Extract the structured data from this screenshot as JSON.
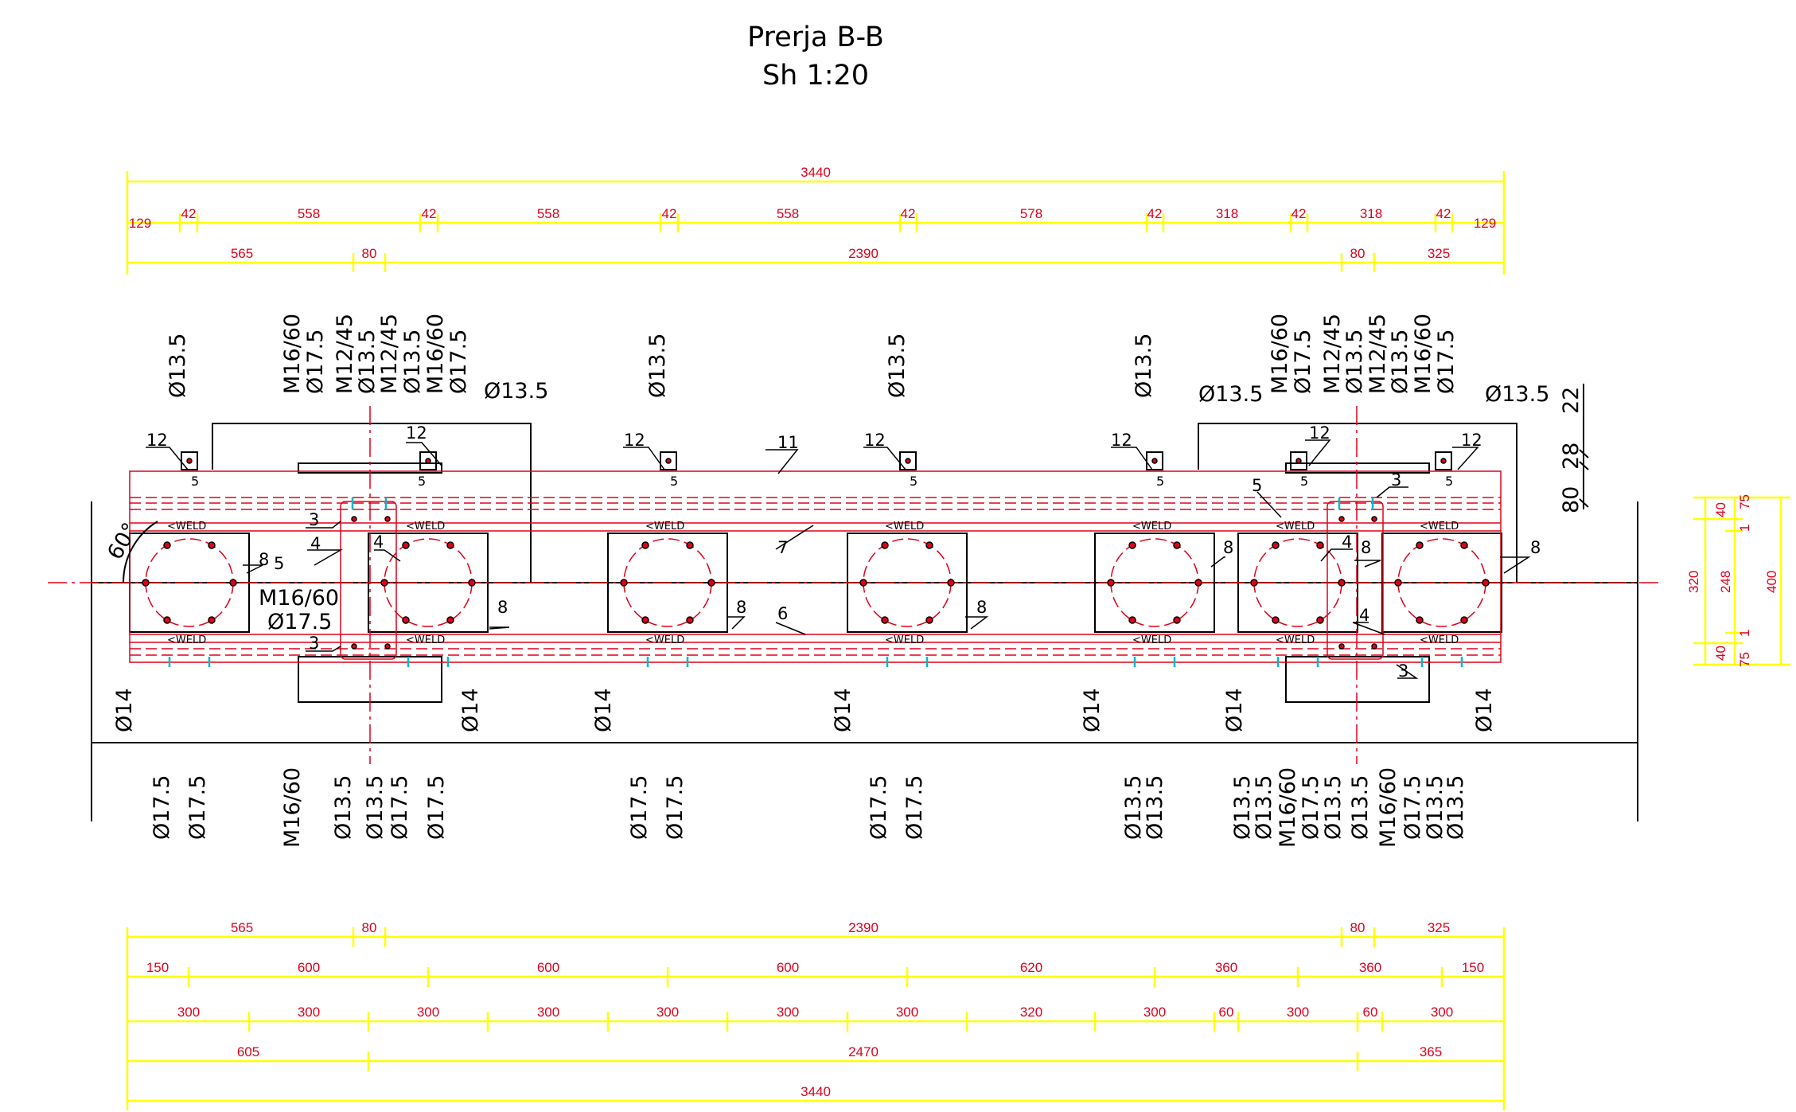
{
  "title": "Prerja B-B",
  "scale": "Sh 1:20",
  "angle_label": "60°",
  "weld_label": "<WELD",
  "colors": {
    "dimension_line": "#ffff00",
    "dimension_text": "#e0001a",
    "geometry": "#000000",
    "hidden": "#e0001a",
    "marker": "#00b8c8"
  },
  "top_dims": {
    "overall": "3440",
    "row2": [
      "129",
      "42",
      "558",
      "42",
      "558",
      "42",
      "558",
      "42",
      "578",
      "42",
      "318",
      "42",
      "318",
      "42",
      "129"
    ],
    "row3": [
      "565",
      "80",
      "2390",
      "80",
      "325"
    ]
  },
  "bottom_dims": {
    "row1": [
      "565",
      "80",
      "2390",
      "80",
      "325"
    ],
    "row2": [
      "150",
      "600",
      "600",
      "600",
      "620",
      "360",
      "360",
      "150"
    ],
    "row3": [
      "300",
      "300",
      "300",
      "300",
      "300",
      "300",
      "300",
      "320",
      "300",
      "60",
      "300",
      "60",
      "300"
    ],
    "row4": [
      "605",
      "2470",
      "365"
    ],
    "overall": "3440"
  },
  "right_dims": {
    "left_col": [
      "40",
      "320",
      "40"
    ],
    "mid_col": [
      "75",
      "1",
      "248",
      "1",
      "75"
    ],
    "right_col": [
      "400"
    ],
    "vertical": [
      "22",
      "28",
      "80"
    ]
  },
  "top_hole_labels": [
    [
      "Ø13.5"
    ],
    [
      "M16/60",
      "Ø17.5",
      "M12/45",
      "Ø13.5",
      "M12/45",
      "Ø13.5",
      "M16/60",
      "Ø17.5"
    ],
    [
      "Ø13.5"
    ],
    [
      "Ø13.5"
    ],
    [
      "Ø13.5"
    ],
    [
      "M16/60",
      "Ø17.5",
      "M12/45",
      "Ø13.5",
      "M12/45",
      "Ø13.5",
      "M16/60",
      "Ø17.5"
    ]
  ],
  "top_horizontal_labels": [
    "Ø13.5",
    "Ø13.5",
    "Ø13.5"
  ],
  "left_bolt_labels": [
    "M16/60",
    "Ø17.5"
  ],
  "mid_labels": [
    "Ø14",
    "Ø14",
    "Ø14",
    "Ø14",
    "Ø14",
    "Ø14",
    "Ø14"
  ],
  "bottom_hole_labels": [
    [
      "Ø17.5",
      "Ø17.5"
    ],
    [
      "M16/60",
      "Ø13.5",
      "Ø13.5",
      "Ø17.5",
      "Ø17.5"
    ],
    [
      "Ø17.5",
      "Ø17.5"
    ],
    [
      "Ø17.5",
      "Ø17.5"
    ],
    [
      "Ø13.5",
      "Ø13.5"
    ],
    [
      "Ø13.5",
      "Ø13.5",
      "M16/60",
      "Ø17.5",
      "Ø13.5",
      "Ø13.5",
      "M16/60",
      "Ø17.5",
      "Ø13.5",
      "Ø13.5"
    ]
  ],
  "part_numbers": [
    "12",
    "12",
    "12",
    "12",
    "12",
    "12",
    "12",
    "11",
    "5",
    "5",
    "5",
    "5",
    "5",
    "5",
    "5",
    "3",
    "3",
    "3",
    "3",
    "4",
    "4",
    "4",
    "4",
    "5",
    "5",
    "7",
    "6",
    "8",
    "8",
    "8",
    "8",
    "8",
    "8",
    "8"
  ]
}
